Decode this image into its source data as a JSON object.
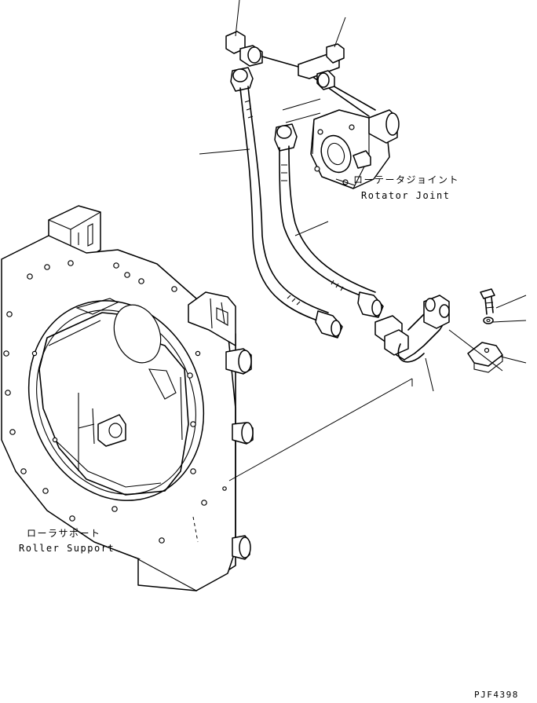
{
  "labels": {
    "rotator_joint_jp": "ローテータジョイント",
    "rotator_joint_en": "Rotator Joint",
    "roller_support_jp": "ローラサポート",
    "roller_support_en": "Roller Support",
    "drawing_number": "PJF4398"
  }
}
